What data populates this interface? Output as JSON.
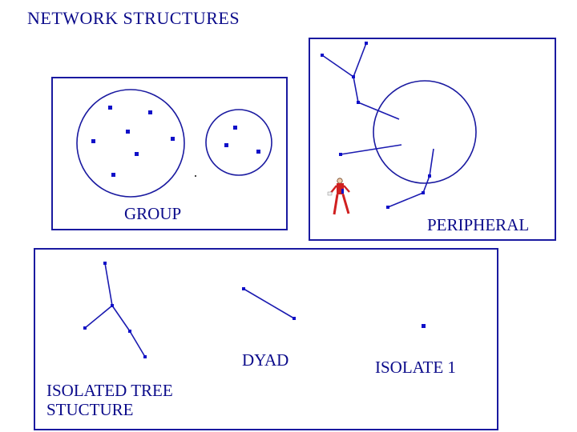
{
  "title": "NETWORK STRUCTURES",
  "labels": {
    "group": "GROUP",
    "peripheral": "PERIPHERAL",
    "dyad": "DYAD",
    "isolate": "ISOLATE 1",
    "tree_line1": "ISOLATED TREE",
    "tree_line2": "STUCTURE"
  },
  "colors": {
    "text": "#0a0a8a",
    "lines": "#1a1aa0",
    "nodes": "#1010c8",
    "figure": "#d02020"
  },
  "icons": {
    "peripheral_figure": "running-person-icon"
  }
}
